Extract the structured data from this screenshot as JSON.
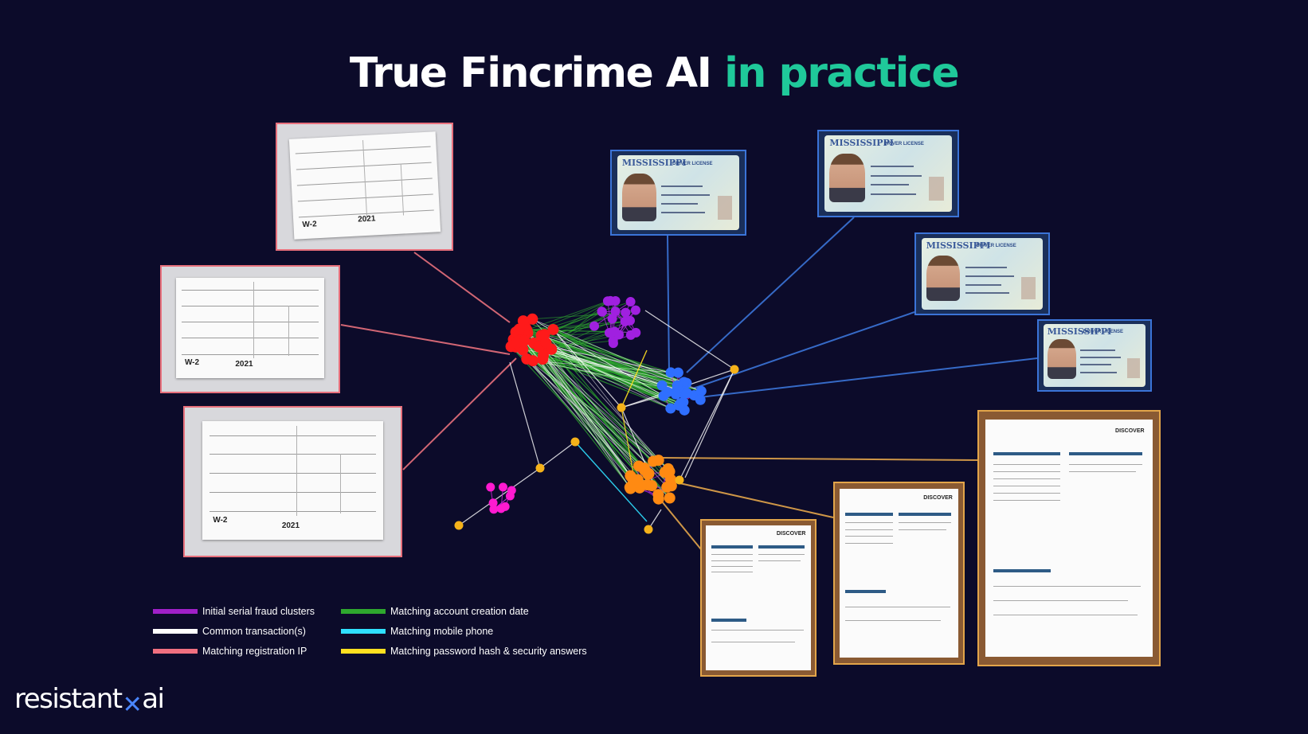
{
  "title": {
    "main": "True Fincrime AI",
    "accent": "in practice"
  },
  "colors": {
    "background": "#0c0b2a",
    "accent": "#1fc99a",
    "cluster_red": "#ff1a1a",
    "cluster_purple": "#a020e0",
    "cluster_blue": "#2f6fff",
    "cluster_orange": "#ff8a12",
    "cluster_magenta": "#ff1ad0",
    "node_yellow": "#f5b21a"
  },
  "legend": [
    {
      "label": "Initial serial fraud clusters",
      "color": "#a020c8"
    },
    {
      "label": "Common transaction(s)",
      "color": "#ffffff"
    },
    {
      "label": "Matching registration IP",
      "color": "#f07080"
    },
    {
      "label": "Matching account creation date",
      "color": "#2ea82e"
    },
    {
      "label": "Matching mobile phone",
      "color": "#2fe0ff"
    },
    {
      "label": "Matching password hash & security answers",
      "color": "#ffe020"
    }
  ],
  "documents": {
    "w2_year": "2021",
    "w2_label": "W-2",
    "license_state": "MISSISSIPPI",
    "license_type": "DRIVER LICENSE",
    "statement_brand": "DISCOVER"
  },
  "logo": {
    "left": "resistant",
    "right": "ai"
  }
}
